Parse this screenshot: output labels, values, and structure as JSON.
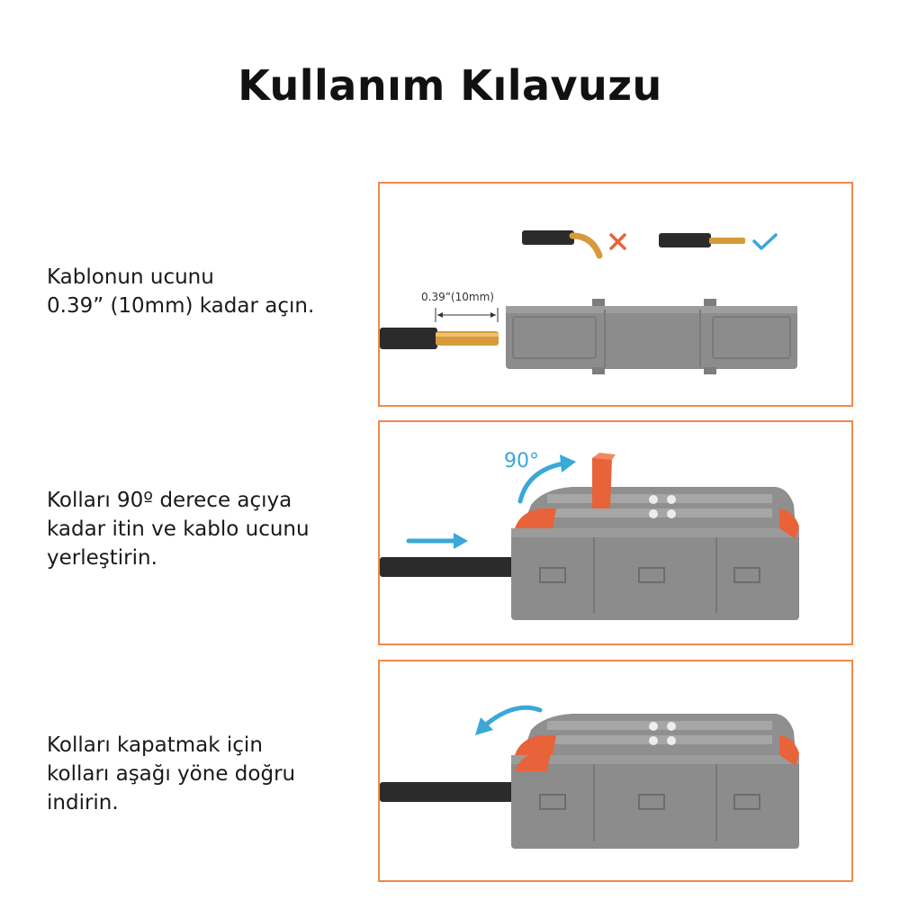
{
  "page": {
    "title": "Kullanım Kılavuzu"
  },
  "steps": [
    {
      "lines": [
        "Kablonun ucunu",
        "0.39” (10mm) kadar açın."
      ]
    },
    {
      "lines": [
        "Kolları 90º derece açıya",
        "kadar itin ve kablo ucunu",
        "yerleştirin."
      ]
    },
    {
      "lines": [
        "Kolları kapatmak için",
        "kolları aşağı yöne doğru",
        "indirin."
      ]
    }
  ],
  "panel1": {
    "strip_length_label": "0.39”(10mm)",
    "connector_left_top": "10V",
    "connector_left_bottom": "600V 32A",
    "connector_center": "211",
    "connector_right_top": "AWG28-12",
    "connector_right_bottom": "0.2-4mm²"
  },
  "panel2": {
    "angle_label": "90°"
  },
  "colors": {
    "accent_orange": "#f08a4b",
    "arrow_blue": "#3aa8d8",
    "lever_orange": "#e8633a",
    "connector_gray": "#8c8c8c"
  },
  "icons": [
    "wrong-cross-icon",
    "correct-check-icon",
    "push-arrow-icon",
    "rotate-open-arrow-icon",
    "rotate-close-arrow-icon"
  ]
}
